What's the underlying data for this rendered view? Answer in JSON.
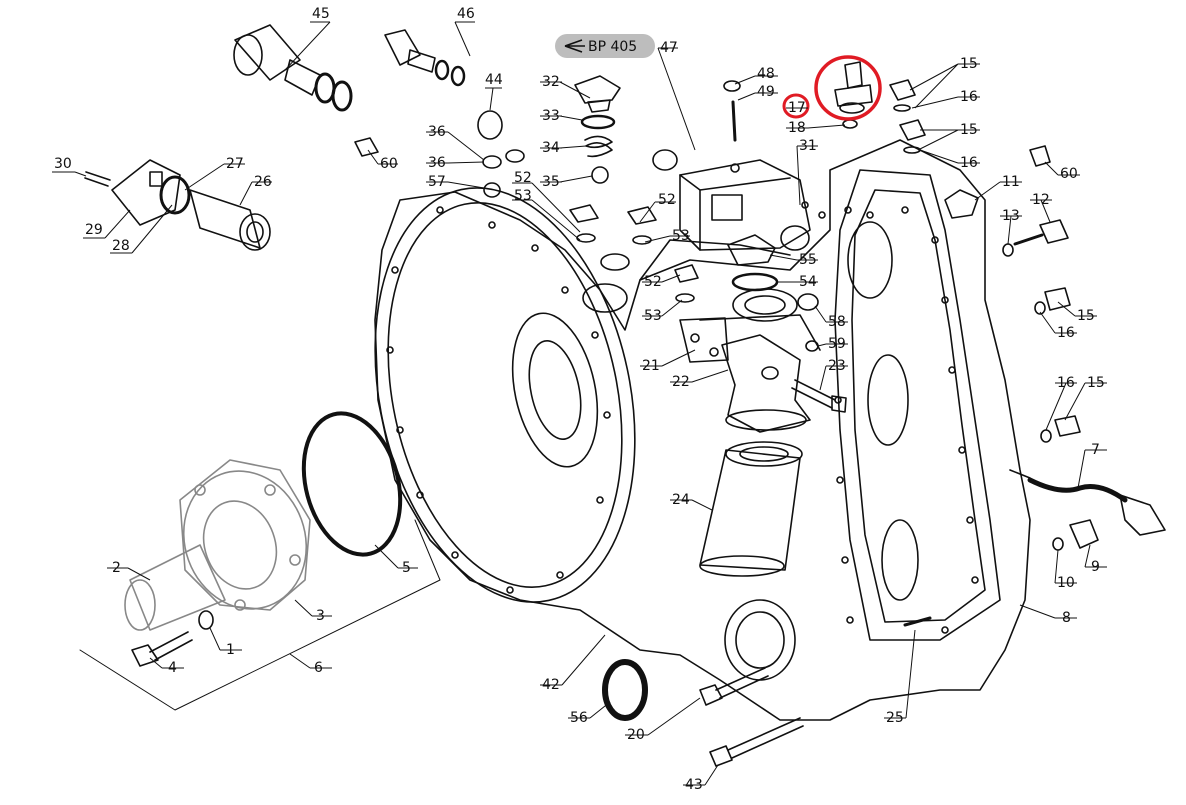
{
  "view_badge": {
    "text": "BP 405",
    "color": "#bdbdbd"
  },
  "highlight_color": "#e01b24",
  "callouts": {
    "c1": "1",
    "c2": "2",
    "c3": "3",
    "c4": "4",
    "c5": "5",
    "c6": "6",
    "c7": "7",
    "c8": "8",
    "c9": "9",
    "c10": "10",
    "c11": "11",
    "c12": "12",
    "c13": "13",
    "c15a": "15",
    "c15b": "15",
    "c15c": "15",
    "c15d": "15",
    "c16a": "16",
    "c16b": "16",
    "c16c": "16",
    "c16d": "16",
    "c17": "17",
    "c18": "18",
    "c20": "20",
    "c21": "21",
    "c22": "22",
    "c23": "23",
    "c24": "24",
    "c25": "25",
    "c26": "26",
    "c27": "27",
    "c28": "28",
    "c29": "29",
    "c30": "30",
    "c31": "31",
    "c32": "32",
    "c33": "33",
    "c34": "34",
    "c35": "35",
    "c36a": "36",
    "c36b": "36",
    "c42": "42",
    "c43": "43",
    "c44": "44",
    "c45": "45",
    "c46": "46",
    "c47": "47",
    "c48": "48",
    "c49": "49",
    "c52a": "52",
    "c52b": "52",
    "c52c": "52",
    "c53a": "53",
    "c53b": "53",
    "c53c": "53",
    "c54": "54",
    "c55": "55",
    "c56": "56",
    "c57": "57",
    "c58": "58",
    "c59": "59",
    "c60a": "60",
    "c60b": "60"
  }
}
